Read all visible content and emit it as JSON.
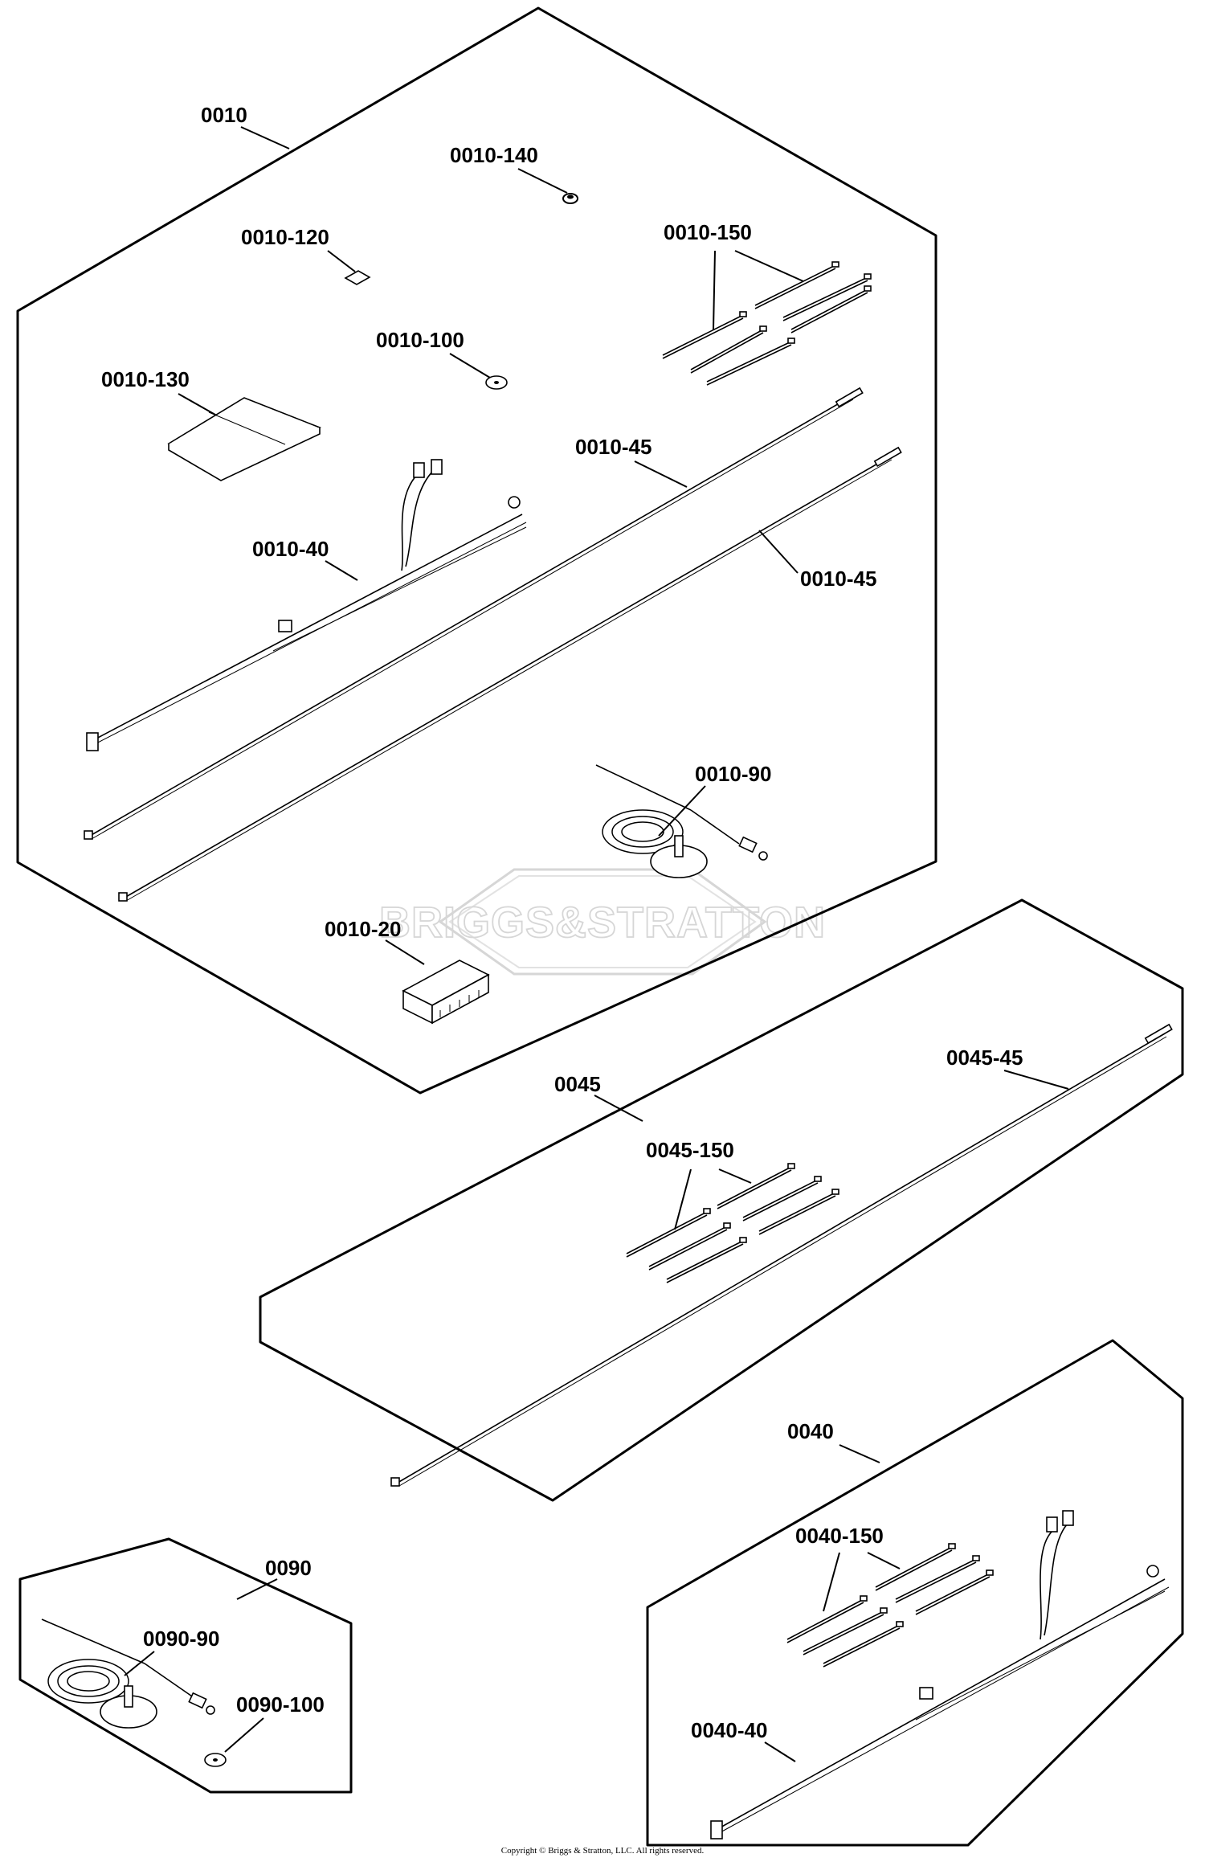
{
  "watermark": {
    "text": "BRIGGS&STRATTON"
  },
  "footer": {
    "copyright": "Copyright © Briggs & Stratton, LLC. All rights reserved."
  },
  "groups": {
    "g0010": {
      "label": "0010",
      "parts": {
        "p20": "0010-20",
        "p40": "0010-40",
        "p45a": "0010-45",
        "p45b": "0010-45",
        "p90": "0010-90",
        "p100": "0010-100",
        "p120": "0010-120",
        "p130": "0010-130",
        "p140": "0010-140",
        "p150": "0010-150"
      }
    },
    "g0045": {
      "label": "0045",
      "parts": {
        "p45": "0045-45",
        "p150": "0045-150"
      }
    },
    "g0040": {
      "label": "0040",
      "parts": {
        "p40": "0040-40",
        "p150": "0040-150"
      }
    },
    "g0090": {
      "label": "0090",
      "parts": {
        "p90": "0090-90",
        "p100": "0090-100"
      }
    }
  }
}
